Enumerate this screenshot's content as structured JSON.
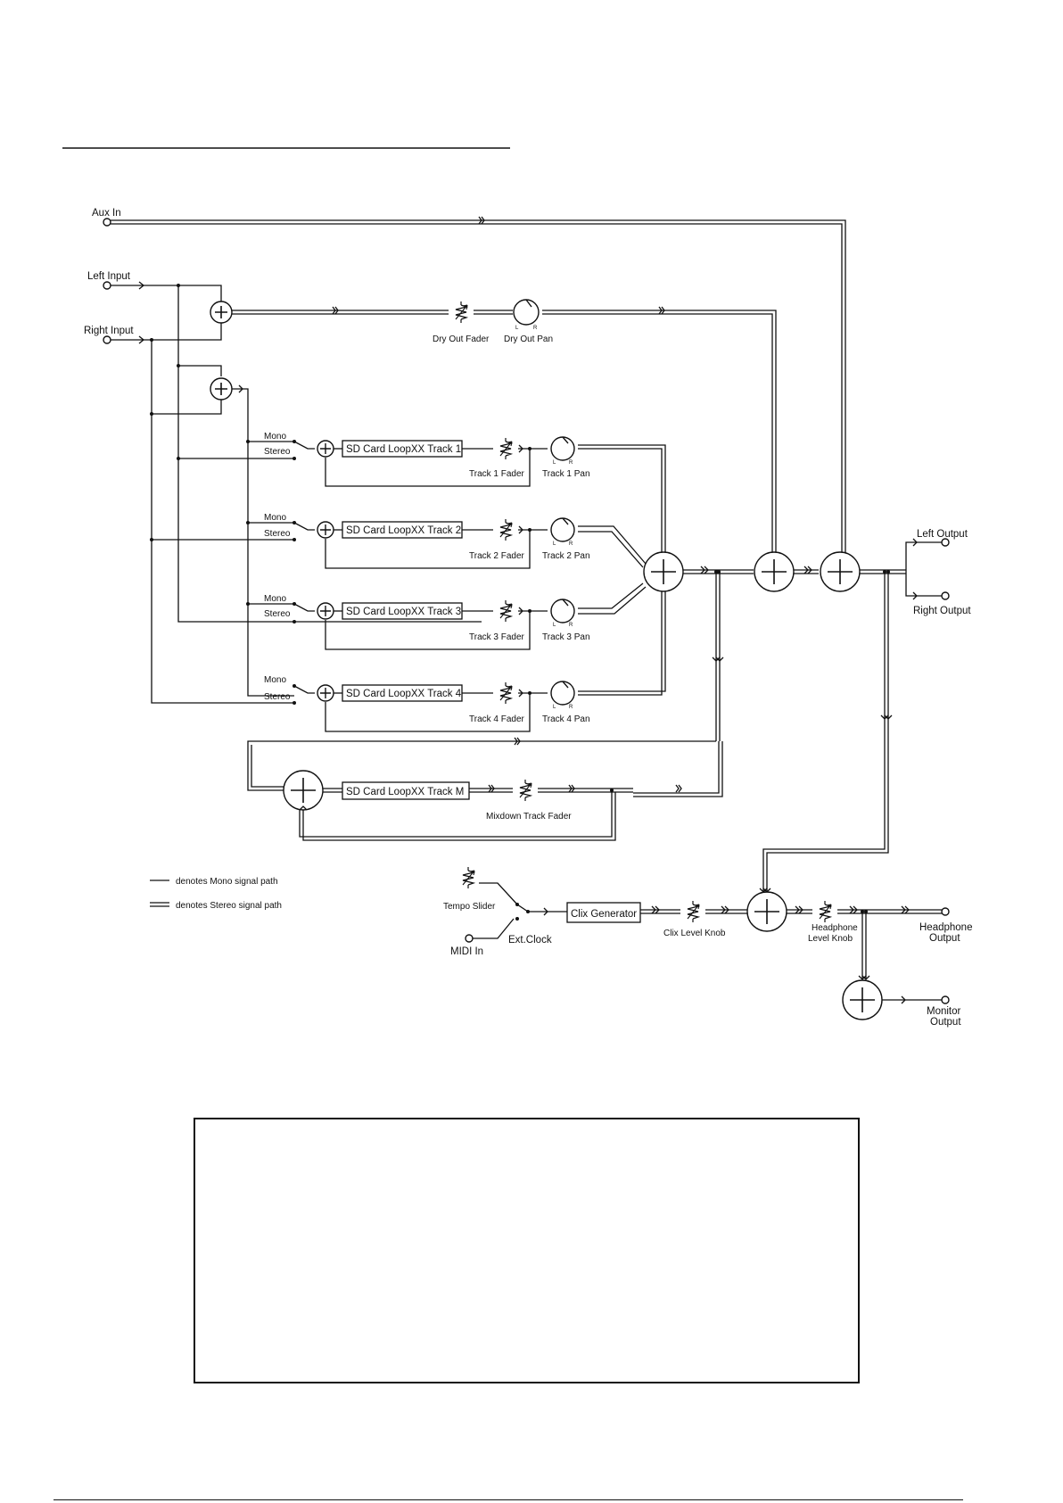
{
  "inputs": {
    "aux_in": "Aux In",
    "left_input": "Left Input",
    "right_input": "Right Input"
  },
  "dry": {
    "fader": "Dry Out Fader",
    "pan": "Dry Out Pan"
  },
  "switch": {
    "mono": "Mono",
    "stereo": "Stereo"
  },
  "tracks": [
    {
      "box": "SD Card LoopXX Track 1",
      "fader": "Track 1 Fader",
      "pan": "Track 1 Pan"
    },
    {
      "box": "SD Card LoopXX Track 2",
      "fader": "Track 2 Fader",
      "pan": "Track 2 Pan"
    },
    {
      "box": "SD Card LoopXX Track 3",
      "fader": "Track 3 Fader",
      "pan": "Track 3 Pan"
    },
    {
      "box": "SD Card LoopXX Track 4",
      "fader": "Track 4 Fader",
      "pan": "Track 4 Pan"
    }
  ],
  "pan_marks": {
    "left": "L",
    "right": "R"
  },
  "mixdown": {
    "box": "SD Card LoopXX Track M",
    "fader": "Mixdown Track Fader"
  },
  "outputs": {
    "left": "Left Output",
    "right": "Right Output"
  },
  "legend": {
    "mono": "denotes Mono signal path",
    "stereo": "denotes Stereo signal path"
  },
  "clix": {
    "tempo_slider": "Tempo Slider",
    "midi_in": "MIDI In",
    "ext_clock": "Ext.Clock",
    "generator": "Clix Generator",
    "level_knob": "Clix Level Knob",
    "headphone_knob_line1": "Headphone",
    "headphone_knob_line2": "Level Knob",
    "headphone_out_line1": "Headphone",
    "headphone_out_line2": "Output",
    "monitor_out_line1": "Monitor",
    "monitor_out_line2": "Output"
  }
}
